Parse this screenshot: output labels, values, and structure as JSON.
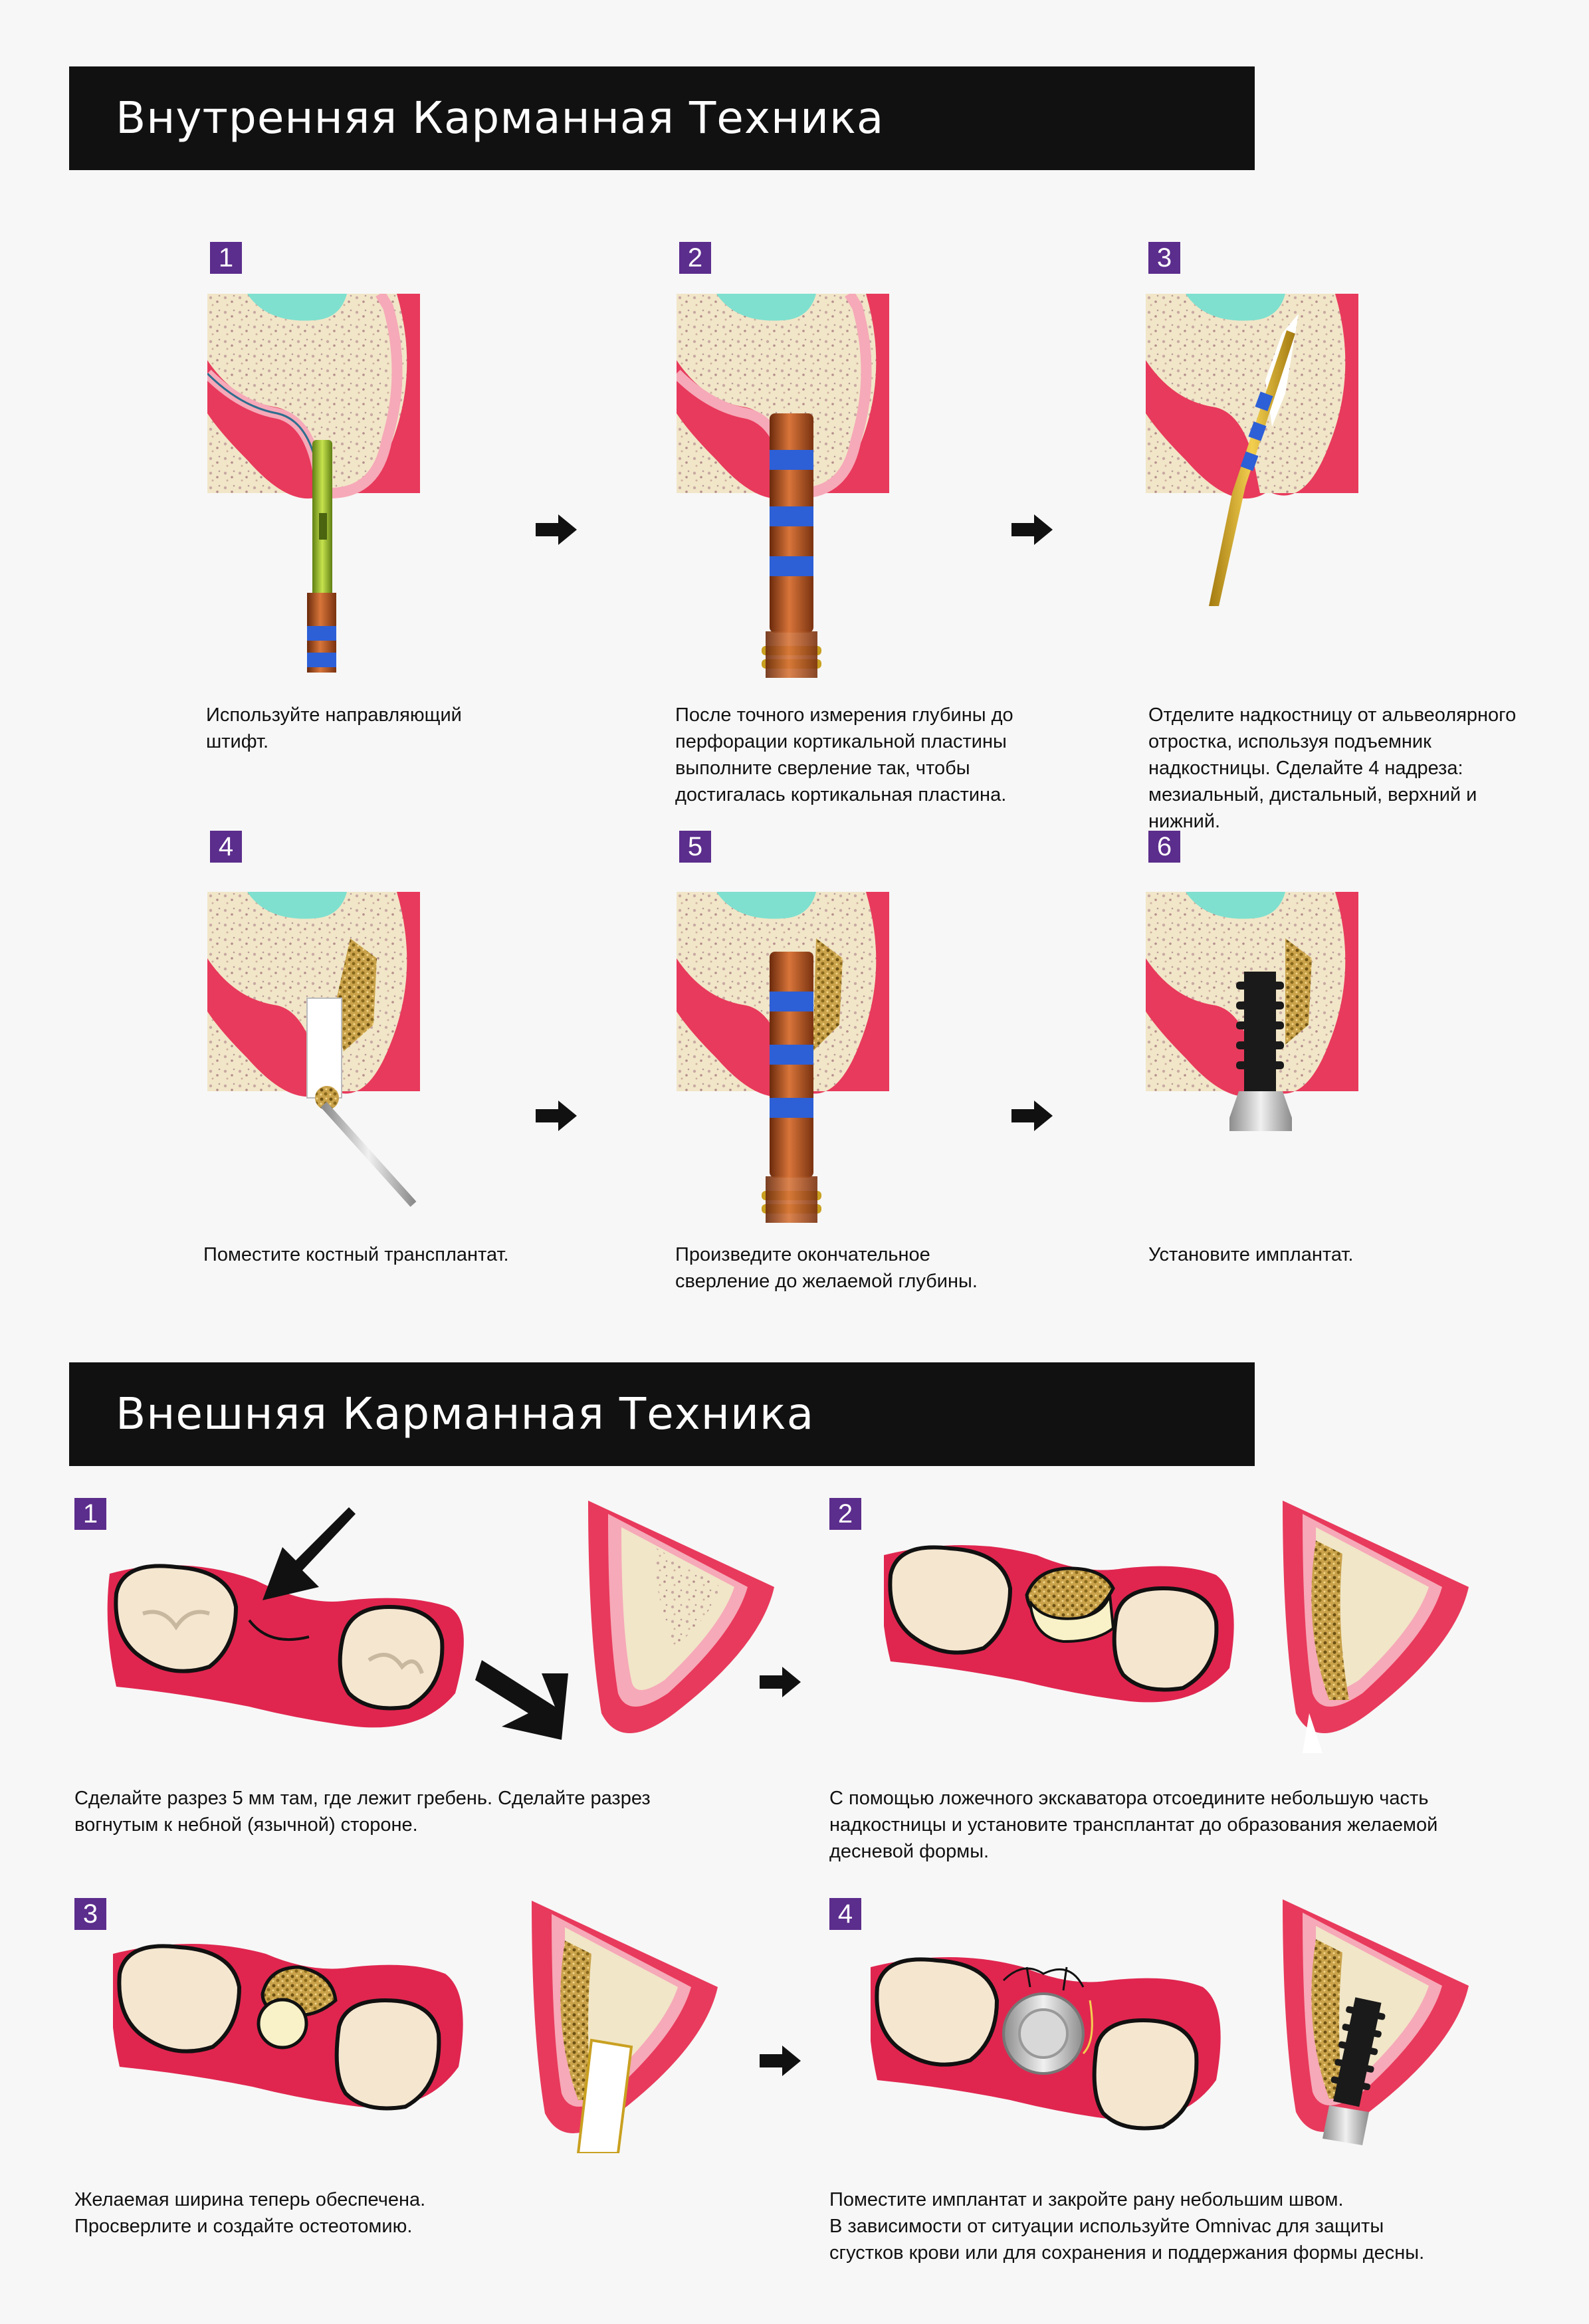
{
  "sections": [
    {
      "title": "Внутренняя Карманная Техника",
      "steps": [
        {
          "number": "1",
          "caption": [
            "Используйте направляющий",
            "штифт."
          ]
        },
        {
          "number": "2",
          "caption": [
            "После точного измерения глубины до",
            "перфорации кортикальной пластины",
            "выполните сверление так, чтобы",
            "достигалась кортикальная пластина."
          ]
        },
        {
          "number": "3",
          "caption": [
            "Отделите надкостницу от альвеолярного",
            "отростка, используя подъемник",
            "надкостницы. Сделайте 4 надреза:",
            "мезиальный, дистальный, верхний и",
            "нижний."
          ]
        },
        {
          "number": "4",
          "caption": [
            "Поместите костный трансплантат."
          ]
        },
        {
          "number": "5",
          "caption": [
            "Произведите окончательное",
            "сверление до желаемой глубины."
          ]
        },
        {
          "number": "6",
          "caption": [
            "Установите имплантат."
          ]
        }
      ]
    },
    {
      "title": "Внешняя Карманная Техника",
      "steps": [
        {
          "number": "1",
          "caption": [
            "Сделайте разрез 5 мм там, где лежит гребень. Сделайте разрез",
            "вогнутым к небной (язычной) стороне."
          ]
        },
        {
          "number": "2",
          "caption": [
            "С помощью ложечного экскаватора отсоедините небольшую часть",
            "надкостницы и установите трансплантат до образования желаемой",
            "десневой формы."
          ]
        },
        {
          "number": "3",
          "caption": [
            "Желаемая ширина теперь обеспечена.",
            "Просверлите и создайте остеотомию."
          ]
        },
        {
          "number": "4",
          "caption": [
            "Поместите имплантат и закройте рану небольшим швом.",
            "В зависимости от ситуации используйте Omnivac для защиты",
            "сгустков крови или для сохранения и поддержания формы десны."
          ]
        }
      ]
    }
  ],
  "colors": {
    "banner": "#111111",
    "badge": "#5b2d8c",
    "gum": "#e83a5c",
    "gum_light": "#f6a9b8",
    "bone": "#f1e6c8",
    "graft": "#c29a3a",
    "drill": "#b8501c",
    "drill_band": "#2d5fd6",
    "guide_pin": "#9bc22e",
    "tooth": "#f5e6d0",
    "enamel": "#7fe0cf"
  }
}
